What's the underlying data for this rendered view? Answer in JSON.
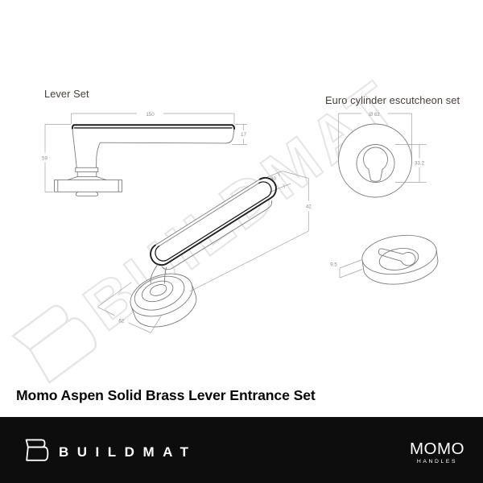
{
  "drawings": {
    "lever_side": {
      "label": "Lever Set",
      "dim_length": "150",
      "dim_end_height": "17",
      "dim_total_height": "59"
    },
    "lever_3d": {
      "dim_grip_width": "30",
      "dim_height": "42",
      "dim_rose_diameter": "62"
    },
    "escutcheon": {
      "label": "Euro cylinder escutcheon set",
      "dim_diameter": "Ø 62",
      "dim_cutout_height": "33.2",
      "dim_thickness": "9.5"
    }
  },
  "product": {
    "title": "Momo Aspen Solid Brass Lever Entrance Set"
  },
  "watermark": {
    "text": "BUILDMAT"
  },
  "footer": {
    "brand": "BUILDMAT",
    "partner": "MOMO",
    "partner_sub": "HANDLES"
  },
  "colors": {
    "line": "#7c7c7c",
    "dimension": "#a3a3a3",
    "dimension_text": "#8b8b8b",
    "accent_band": "#1f1f1f",
    "label_text": "#46403d",
    "title_text": "#070707",
    "footer_bg": "#0d0d0d",
    "watermark": "#e5e5e5"
  }
}
